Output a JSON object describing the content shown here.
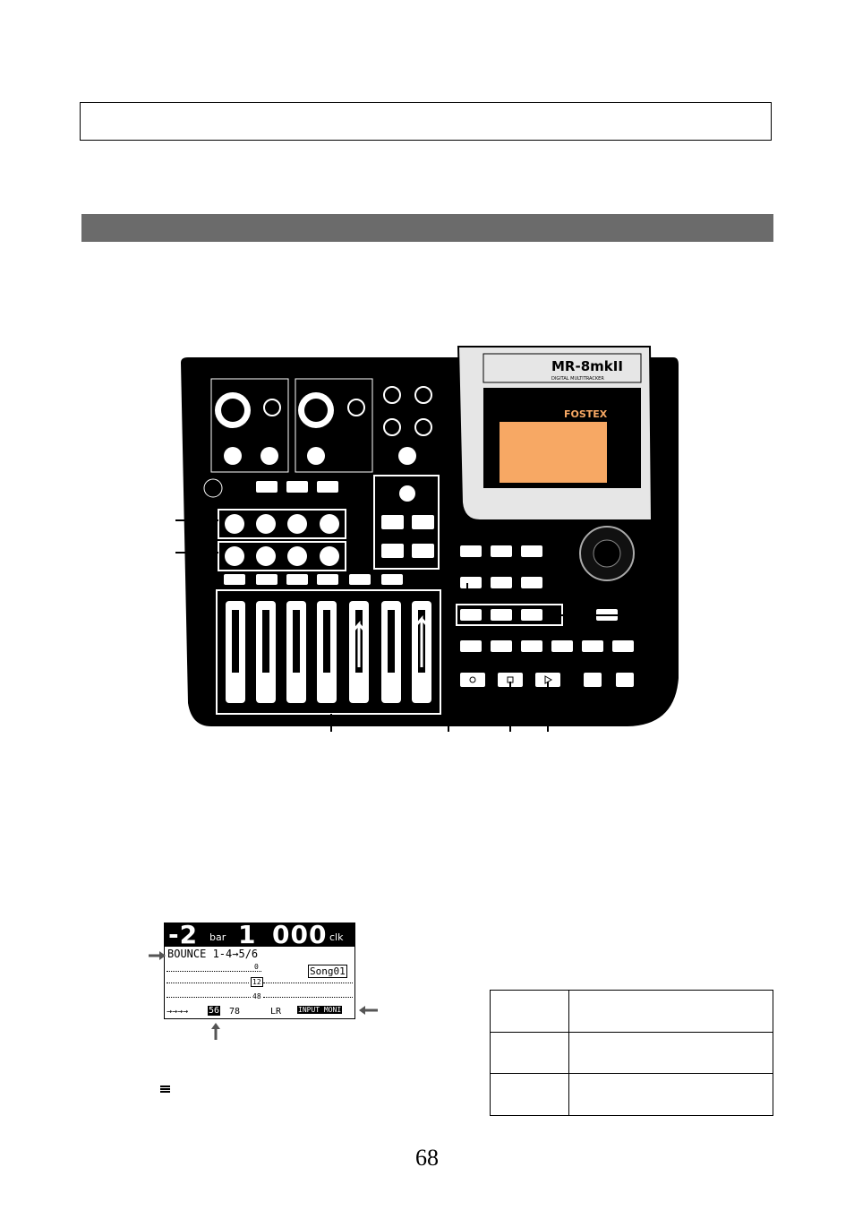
{
  "device": {
    "brand": "FOSTEX",
    "model": "MR-8mkII",
    "subtitle": "DIGITAL MULTITRACKER"
  },
  "lcd": {
    "bar_value": "-2",
    "bar_unit": "bar",
    "beat_value": "1",
    "clock_value": "000",
    "clock_unit": "clk",
    "mode_line": "BOUNCE 1-4→5/6",
    "song_name": "Song01",
    "scale_0": "0",
    "scale_12": "12",
    "scale_48": "48",
    "track_line_prefix": "→→→→",
    "track_highlight": "56",
    "track_rest": "78",
    "lr_label": "LR",
    "input_monitor": "INPUT MONI"
  },
  "page_number": "68"
}
